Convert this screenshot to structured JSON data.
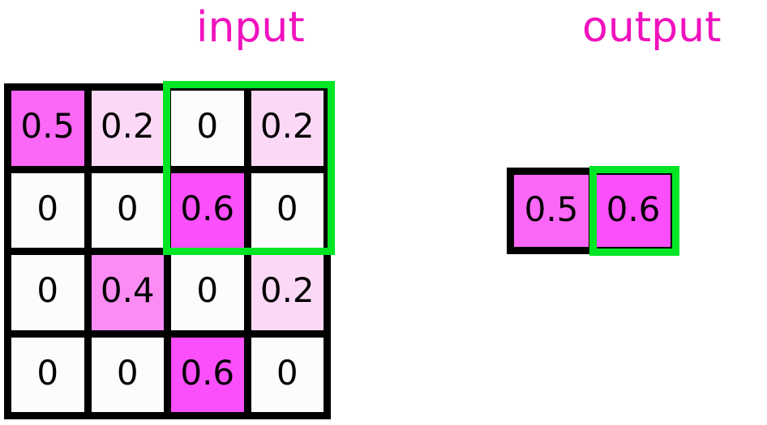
{
  "titles": {
    "input": "input",
    "output": "output"
  },
  "colors": {
    "title": "#f012be",
    "highlight_border": "#00e624",
    "grid_line": "#000000",
    "text": "#000000",
    "value_0": "#fdfbfd",
    "value_0_2": "#fbd9f6",
    "value_0_4": "#fb8cf4",
    "value_0_5": "#fb68f7",
    "value_0_6": "#fb4ffb"
  },
  "input_grid": {
    "rows": 4,
    "cols": 4,
    "cells": [
      [
        {
          "value": "0.5",
          "fill": "#fb68f7"
        },
        {
          "value": "0.2",
          "fill": "#fbd9f6"
        },
        {
          "value": "0",
          "fill": "#fdfbfd"
        },
        {
          "value": "0.2",
          "fill": "#fbd9f6"
        }
      ],
      [
        {
          "value": "0",
          "fill": "#fdfbfd"
        },
        {
          "value": "0",
          "fill": "#fdfbfd"
        },
        {
          "value": "0.6",
          "fill": "#fb4ffb"
        },
        {
          "value": "0",
          "fill": "#fdfbfd"
        }
      ],
      [
        {
          "value": "0",
          "fill": "#fdfbfd"
        },
        {
          "value": "0.4",
          "fill": "#fb8cf4"
        },
        {
          "value": "0",
          "fill": "#fdfbfd"
        },
        {
          "value": "0.2",
          "fill": "#fbd9f6"
        }
      ],
      [
        {
          "value": "0",
          "fill": "#fdfbfd"
        },
        {
          "value": "0",
          "fill": "#fdfbfd"
        },
        {
          "value": "0.6",
          "fill": "#fb4ffb"
        },
        {
          "value": "0",
          "fill": "#fdfbfd"
        }
      ]
    ],
    "highlight": {
      "row_start": 0,
      "col_start": 2,
      "row_span": 2,
      "col_span": 2
    }
  },
  "output_grid": {
    "rows": 1,
    "cols": 2,
    "cells": [
      [
        {
          "value": "0.5",
          "fill": "#fb68f7"
        },
        {
          "value": "0.6",
          "fill": "#fb4ffb"
        }
      ]
    ],
    "highlight": {
      "row_start": 0,
      "col_start": 1,
      "row_span": 1,
      "col_span": 1
    }
  }
}
